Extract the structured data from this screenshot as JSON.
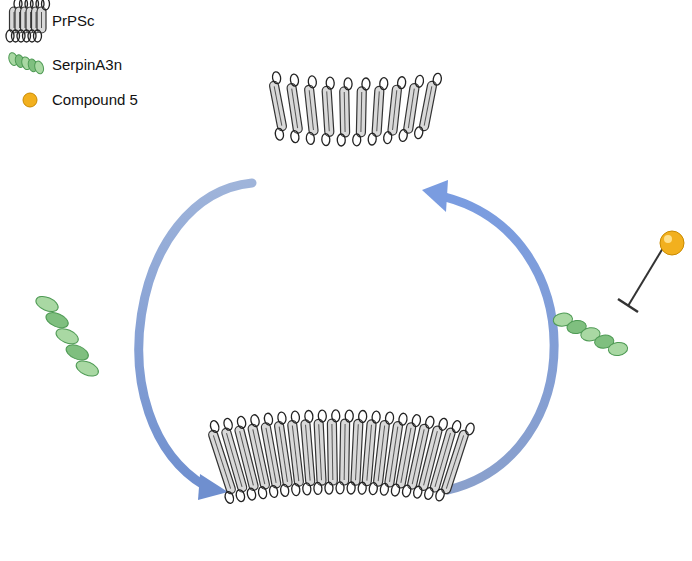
{
  "diagram": {
    "legend": [
      {
        "text": "PrPSc"
      },
      {
        "text": "SerpinA3n"
      },
      {
        "text": "Compound 5"
      }
    ]
  }
}
